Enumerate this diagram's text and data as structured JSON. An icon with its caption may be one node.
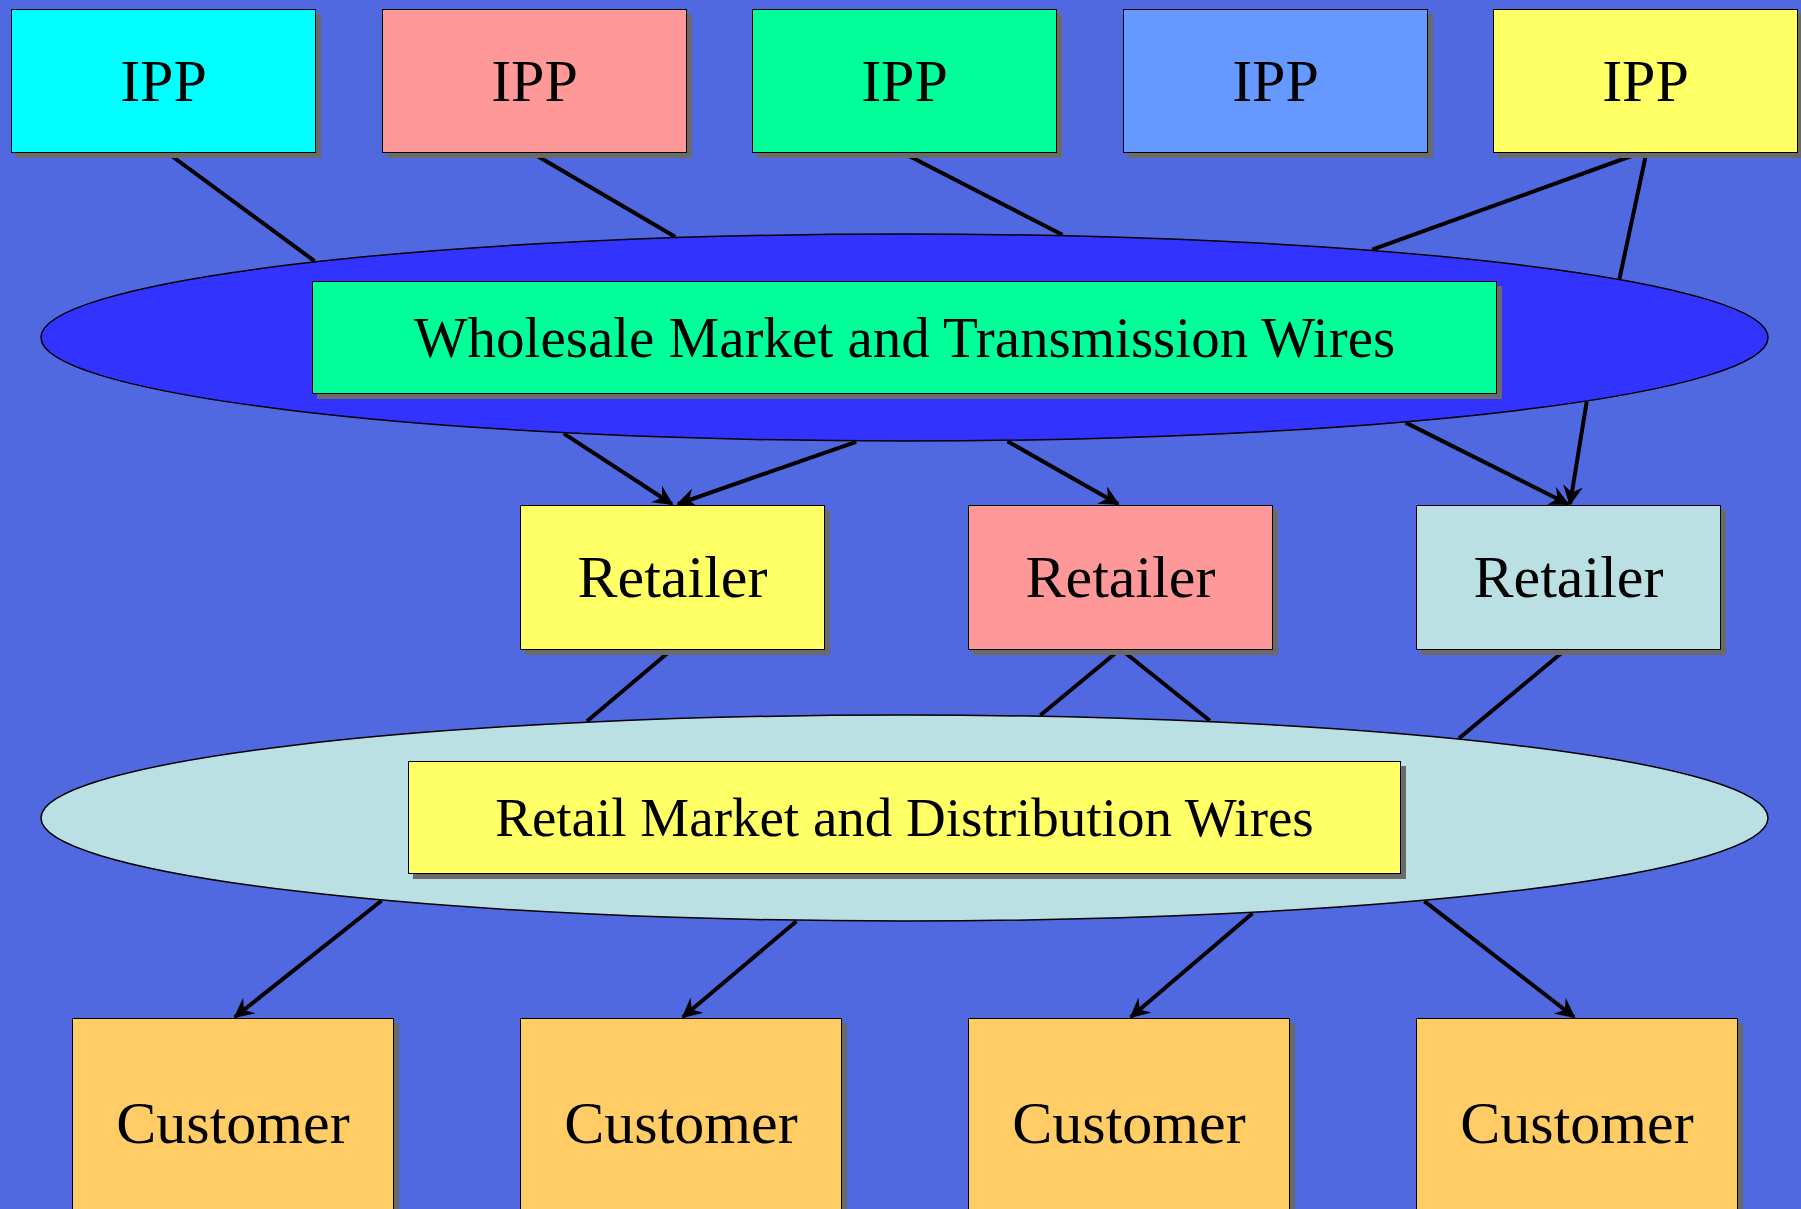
{
  "diagram": {
    "nodes": [
      {
        "text": [
          "IPP"
        ]
      },
      {
        "text": [
          "IPP"
        ]
      },
      {
        "text": [
          "IPP"
        ]
      },
      {
        "text": [
          "IPP"
        ]
      },
      {
        "text": [
          "IPP"
        ]
      },
      {
        "text": [],
        "shape": "ellipse"
      },
      {
        "text": [
          "Wholesale Market and Transmission Wires"
        ],
        "in": 5
      },
      {
        "text": [
          "Retailer"
        ]
      },
      {
        "text": [
          "Retailer"
        ]
      },
      {
        "text": [
          "Retailer"
        ]
      },
      {
        "text": [],
        "shape": "ellipse"
      },
      {
        "text": [
          "Retail Market and Distribution Wires"
        ],
        "in": 10
      },
      {
        "text": [
          "Customer"
        ]
      },
      {
        "text": [
          "Customer"
        ]
      },
      {
        "text": [
          "Customer"
        ]
      },
      {
        "text": [
          "Customer"
        ]
      }
    ],
    "edges": [
      {
        "from": 0,
        "to": 5,
        "arrow": "none"
      },
      {
        "from": 1,
        "to": 5,
        "arrow": "none"
      },
      {
        "from": 2,
        "to": 5,
        "arrow": "none"
      },
      {
        "from": 4,
        "to": 5,
        "arrow": "none"
      },
      {
        "from": 4,
        "to": 5,
        "arrow": "none"
      },
      {
        "from": 5,
        "to": 7,
        "arrow": "to"
      },
      {
        "from": 5,
        "to": 7,
        "arrow": "to"
      },
      {
        "from": 5,
        "to": 8,
        "arrow": "to"
      },
      {
        "from": 5,
        "to": 9,
        "arrow": "to"
      },
      {
        "from": 5,
        "to": 9,
        "arrow": "to"
      },
      {
        "from": 7,
        "to": 10,
        "arrow": "none"
      },
      {
        "from": 8,
        "to": 10,
        "arrow": "none"
      },
      {
        "from": 8,
        "to": 10,
        "arrow": "none"
      },
      {
        "from": 9,
        "to": 10,
        "arrow": "none"
      },
      {
        "from": 10,
        "to": 12,
        "arrow": "to"
      },
      {
        "from": 10,
        "to": 13,
        "arrow": "to"
      },
      {
        "from": 10,
        "to": 14,
        "arrow": "to"
      },
      {
        "from": 10,
        "to": 15,
        "arrow": "to"
      }
    ]
  }
}
